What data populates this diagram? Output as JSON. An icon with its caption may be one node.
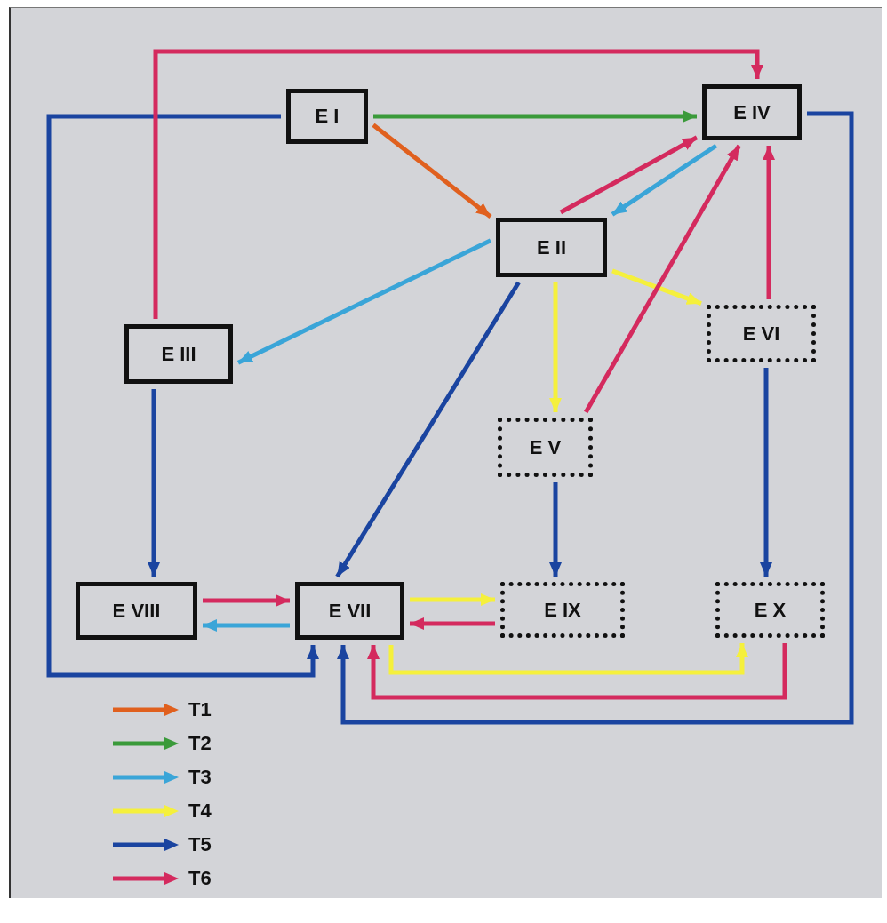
{
  "diagram": {
    "nodes": [
      {
        "text": [
          "E I"
        ]
      },
      {
        "text": [
          "E IV"
        ]
      },
      {
        "text": [
          "E II"
        ]
      },
      {
        "text": [
          "E III"
        ]
      },
      {
        "text": [
          "E VI"
        ]
      },
      {
        "text": [
          "E V"
        ]
      },
      {
        "text": [
          "E VIII"
        ]
      },
      {
        "text": [
          "E VII"
        ]
      },
      {
        "text": [
          "E IX"
        ]
      },
      {
        "text": [
          "E X"
        ]
      }
    ],
    "edges": [
      {
        "from": 0,
        "to": 1,
        "arrow": "to",
        "color": "#3a9a3a"
      },
      {
        "from": 0,
        "to": 2,
        "arrow": "to",
        "color": "#e0601e"
      },
      {
        "from": 0,
        "to": 7,
        "arrow": "to",
        "color": "#1a44a0"
      },
      {
        "from": 3,
        "to": 1,
        "arrow": "to"
      },
      {
        "from": 2,
        "to": 1,
        "arrow": "to"
      },
      {
        "from": 1,
        "to": 2,
        "arrow": "to",
        "color": "#3aa5d8"
      },
      {
        "from": 2,
        "to": 3,
        "arrow": "to",
        "color": "#3aa5d8"
      },
      {
        "from": 2,
        "to": 7,
        "arrow": "to",
        "color": "#1a44a0"
      },
      {
        "from": 2,
        "to": 4,
        "arrow": "to",
        "color": "#f5f03c"
      },
      {
        "from": 2,
        "to": 5,
        "arrow": "to",
        "color": "#f5f03c"
      },
      {
        "from": 5,
        "to": 1,
        "arrow": "to"
      },
      {
        "from": 4,
        "to": 1,
        "arrow": "to"
      },
      {
        "from": 3,
        "to": 6,
        "arrow": "to",
        "color": "#1a44a0"
      },
      {
        "from": 5,
        "to": 8,
        "arrow": "to",
        "color": "#1a44a0"
      },
      {
        "from": 4,
        "to": 9,
        "arrow": "to",
        "color": "#1a44a0"
      },
      {
        "from": 6,
        "to": 7,
        "arrow": "to"
      },
      {
        "from": 7,
        "to": 6,
        "arrow": "to",
        "color": "#3aa5d8"
      },
      {
        "from": 7,
        "to": 8,
        "arrow": "to",
        "color": "#f5f03c"
      },
      {
        "from": 8,
        "to": 7,
        "arrow": "to"
      },
      {
        "from": 7,
        "to": 9,
        "arrow": "to",
        "color": "#f5f03c"
      },
      {
        "from": 9,
        "to": 7,
        "arrow": "to"
      },
      {
        "from": 1,
        "to": 7,
        "arrow": "to",
        "color": "#1a44a0"
      }
    ],
    "legend": [
      {
        "text": "T1",
        "color": "#e0601e"
      },
      {
        "text": "T2",
        "color": "#3a9a3a"
      },
      {
        "text": "T3",
        "color": "#3aa5d8"
      },
      {
        "text": "T4",
        "color": "#f5f03c"
      },
      {
        "text": "T5",
        "color": "#1a44a0"
      },
      {
        "text": "T6",
        "color": "#d42a5e"
      }
    ]
  }
}
